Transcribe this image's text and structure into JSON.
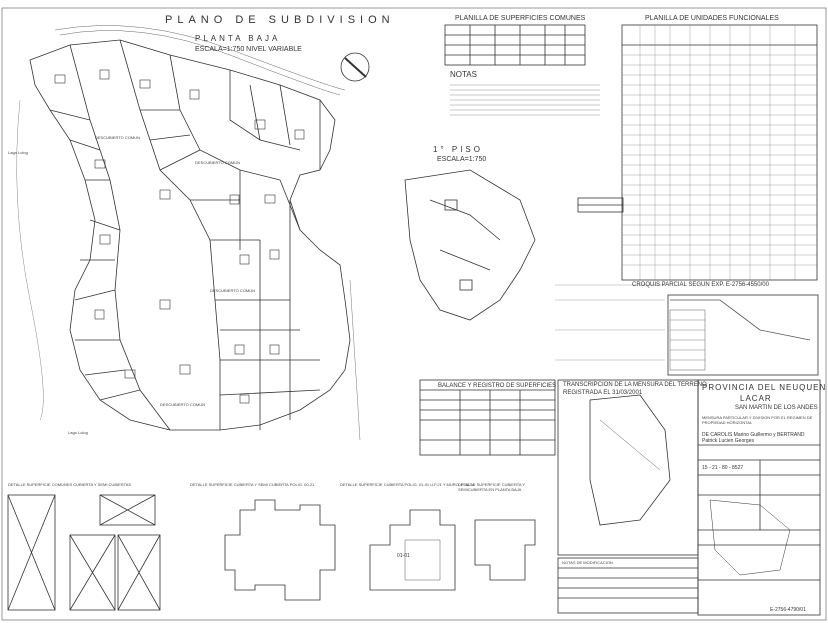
{
  "plan": {
    "title": "PLANO DE SUBDIVISION",
    "planta_baja": "PLANTA BAJA",
    "escala_pb": "ESCALA=1:750 NIVEL VARIABLE",
    "primer_piso": "1° PISO",
    "escala_p1": "ESCALA=1:750",
    "lago": "Lago Lolog",
    "descubierto_comun_1": "DESCUBIERTO COMUN",
    "descubierto_comun_2": "DESCUBIERTO COMUN",
    "descubierto_comun_3": "DESCUBIERTO COMUN",
    "descubierto_comun_4": "DESCUBIERTO COMUN"
  },
  "tables": {
    "superficies_comunes": "PLANILLA DE SUPERFICIES COMUNES",
    "unidades_funcionales": "PLANILLA DE UNIDADES FUNCIONALES",
    "notas": "NOTAS",
    "croquis_parcial": "CROQUIS PARCIAL SEGUN EXP. E-2756-4550/00",
    "balance": "BALANCE Y REGISTRO DE SUPERFICIES",
    "transcripcion_1": "TRANSCRIPCION DE LA MENSURA DEL TERRENO",
    "transcripcion_2": "REGISTRADA EL 31/03/2001",
    "notas_modificacion": "NOTAS DE MODIFICACION"
  },
  "titleblock": {
    "provincia": "PROVINCIA DEL NEUQUEN",
    "lacar": "LACAR",
    "localidad": "SAN MARTIN DE LOS ANDES",
    "mensura": "MENSURA PARTICULAR Y DIVISION POR EL REGIMEN DE PROPIEDAD HORIZONTAL",
    "propietario": "DE CAROLIS Marino Guillermo y BERTRAND Patrick Lucien Georges",
    "matricula": "15 - 21 - 80 - 8527",
    "expediente": "E-2756-4790/01"
  },
  "details": {
    "d1": "DETALLE SUPERFICIE COMUNES CUBIERTA Y SEMI CUBIERTAS",
    "d2": "DETALLE SUPERFICIE CUBIERTA Y SEMI CUBIERTA POLIG. 00-21",
    "d3": "DETALLE SUPERFICIE CUBIERTA POLIG. 01-01 U.F.21 Y MURO, P. ALTA",
    "d4": "DETALLE SUPERFICIE CUBIERTA Y SEMICUBIERTA EN PLANTA BAJA",
    "lot_label": "01-01"
  }
}
